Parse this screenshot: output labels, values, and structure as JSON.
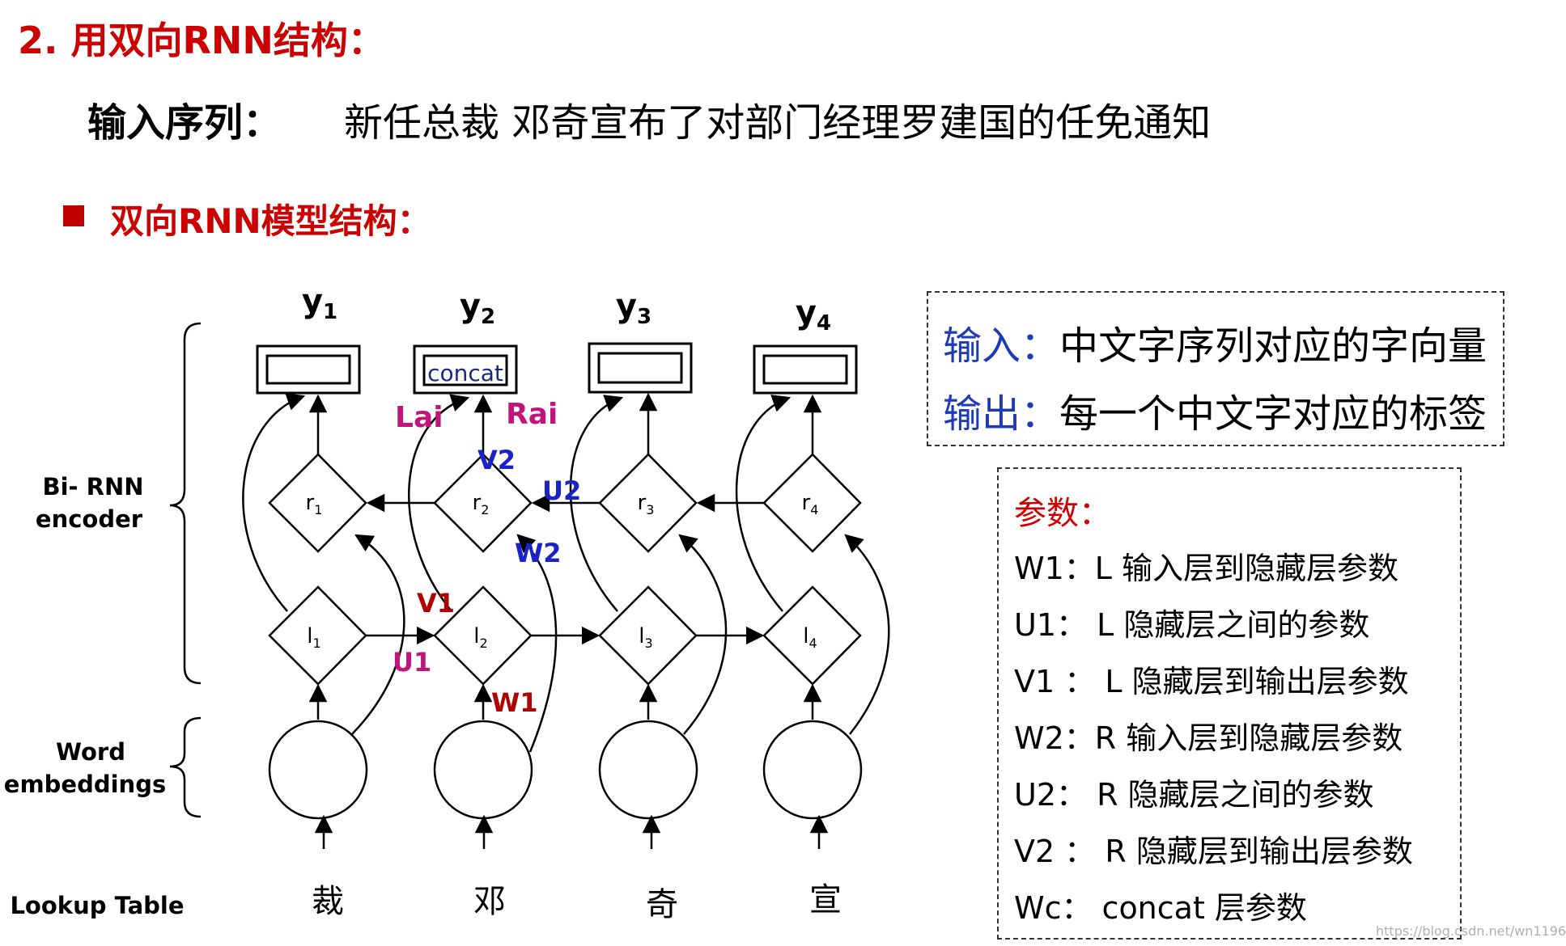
{
  "heading": "2. 用双向RNN结构：",
  "input": {
    "label": "输入序列：",
    "sequence": "新任总裁 邓奇宣布了对部门经理罗建国的任免通知"
  },
  "section_title": "双向RNN模型结构：",
  "diagram": {
    "group_labels": {
      "birnn_line1": "Bi- RNN",
      "birnn_line2": "encoder",
      "embed_line1": "Word",
      "embed_line2": "embeddings",
      "lookup": "Lookup Table"
    },
    "outputs": [
      {
        "y": "y",
        "sub": "1"
      },
      {
        "y": "y",
        "sub": "2"
      },
      {
        "y": "y",
        "sub": "3"
      },
      {
        "y": "y",
        "sub": "4"
      }
    ],
    "concat_label": "concat",
    "right_nodes": [
      {
        "base": "r",
        "sub": "1"
      },
      {
        "base": "r",
        "sub": "2"
      },
      {
        "base": "r",
        "sub": "3"
      },
      {
        "base": "r",
        "sub": "4"
      }
    ],
    "left_nodes": [
      {
        "base": "l",
        "sub": "1"
      },
      {
        "base": "l",
        "sub": "2"
      },
      {
        "base": "l",
        "sub": "3"
      },
      {
        "base": "l",
        "sub": "4"
      }
    ],
    "chars": [
      "裁",
      "邓",
      "奇",
      "宣"
    ],
    "edge_labels": {
      "lai": "Lai",
      "rai": "Rai",
      "v2": "V2",
      "u2": "U2",
      "w2": "W2",
      "v1": "V1",
      "u1": "U1",
      "w1": "W1"
    },
    "colors": {
      "magenta": "#c0157a",
      "blue": "#1a22c8",
      "darkred": "#b00000"
    }
  },
  "io": {
    "input_key": "输入：",
    "input_value": "中文字序列对应的字向量",
    "output_key": "输出：",
    "output_value": "每一个中文字对应的标签"
  },
  "params": {
    "title": "参数：",
    "lines": [
      "W1：L 输入层到隐藏层参数",
      "U1： L 隐藏层之间的参数",
      "V1 ： L  隐藏层到输出层参数",
      "W2：R 输入层到隐藏层参数",
      "U2： R 隐藏层之间的参数",
      "V2 ： R 隐藏层到输出层参数",
      "Wc： concat 层参数"
    ]
  },
  "watermark": "https://blog.csdn.net/wn1196"
}
